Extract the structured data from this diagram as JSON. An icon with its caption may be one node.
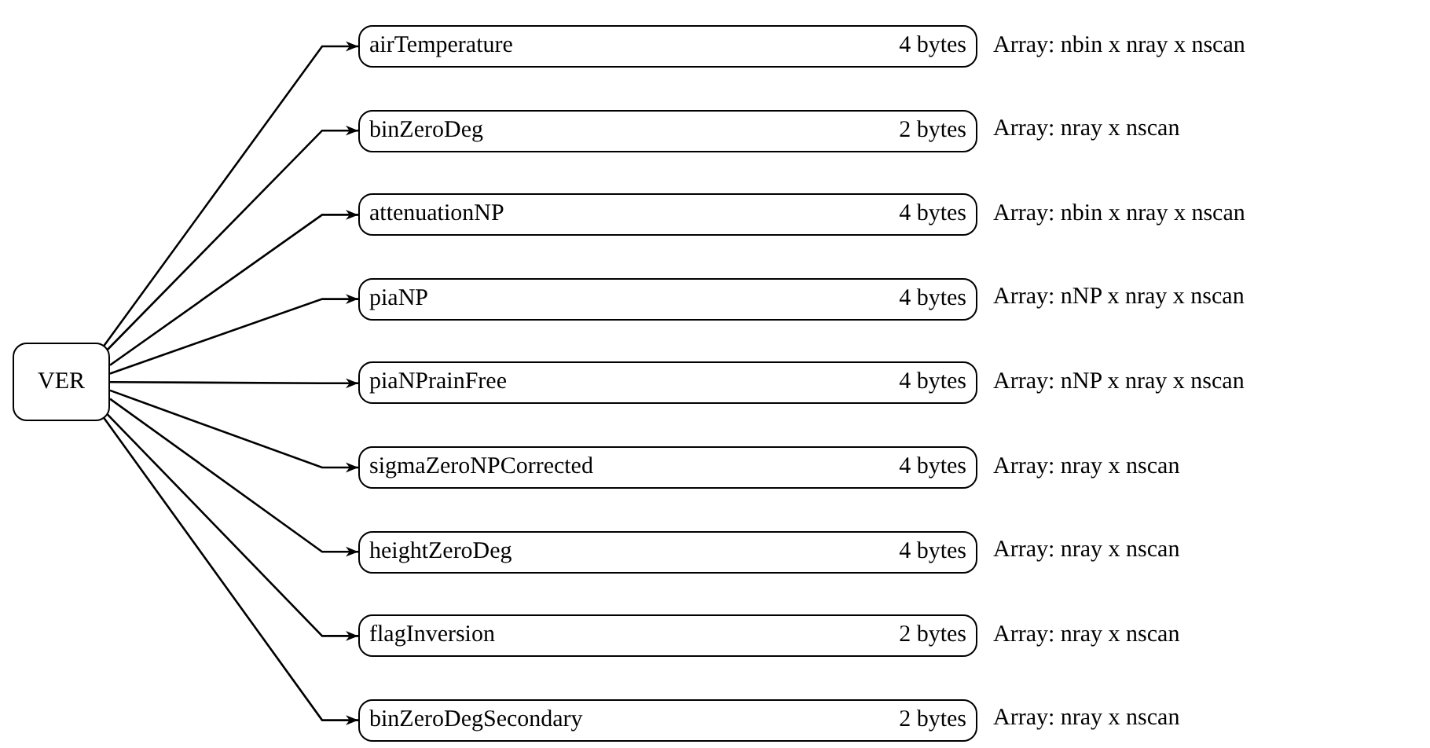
{
  "diagram": {
    "nodes": [
      {
        "text": [
          "VER"
        ]
      },
      {
        "text": [
          "airTemperature",
          "4 bytes"
        ],
        "beside": [
          "Array: nbin x nray x nscan"
        ]
      },
      {
        "text": [
          "binZeroDeg",
          "2 bytes"
        ],
        "beside": [
          "Array: nray x nscan"
        ]
      },
      {
        "text": [
          "attenuationNP",
          "4 bytes"
        ],
        "beside": [
          "Array: nbin x nray x nscan"
        ]
      },
      {
        "text": [
          "piaNP",
          "4 bytes"
        ],
        "beside": [
          "Array: nNP x nray x nscan"
        ]
      },
      {
        "text": [
          "piaNPrainFree",
          "4 bytes"
        ],
        "beside": [
          "Array: nNP x nray x nscan"
        ]
      },
      {
        "text": [
          "sigmaZeroNPCorrected",
          "4 bytes"
        ],
        "beside": [
          "Array: nray x nscan"
        ]
      },
      {
        "text": [
          "heightZeroDeg",
          "4 bytes"
        ],
        "beside": [
          "Array: nray x nscan"
        ]
      },
      {
        "text": [
          "flagInversion",
          "2 bytes"
        ],
        "beside": [
          "Array: nray x nscan"
        ]
      },
      {
        "text": [
          "binZeroDegSecondary",
          "2 bytes"
        ],
        "beside": [
          "Array: nray x nscan"
        ]
      }
    ],
    "edges": [
      {
        "from": 0,
        "to": 1,
        "arrow": "to"
      },
      {
        "from": 0,
        "to": 2,
        "arrow": "to"
      },
      {
        "from": 0,
        "to": 3,
        "arrow": "to"
      },
      {
        "from": 0,
        "to": 4,
        "arrow": "to"
      },
      {
        "from": 0,
        "to": 5,
        "arrow": "to"
      },
      {
        "from": 0,
        "to": 6,
        "arrow": "to"
      },
      {
        "from": 0,
        "to": 7,
        "arrow": "to"
      },
      {
        "from": 0,
        "to": 8,
        "arrow": "to"
      },
      {
        "from": 0,
        "to": 9,
        "arrow": "to"
      }
    ]
  }
}
